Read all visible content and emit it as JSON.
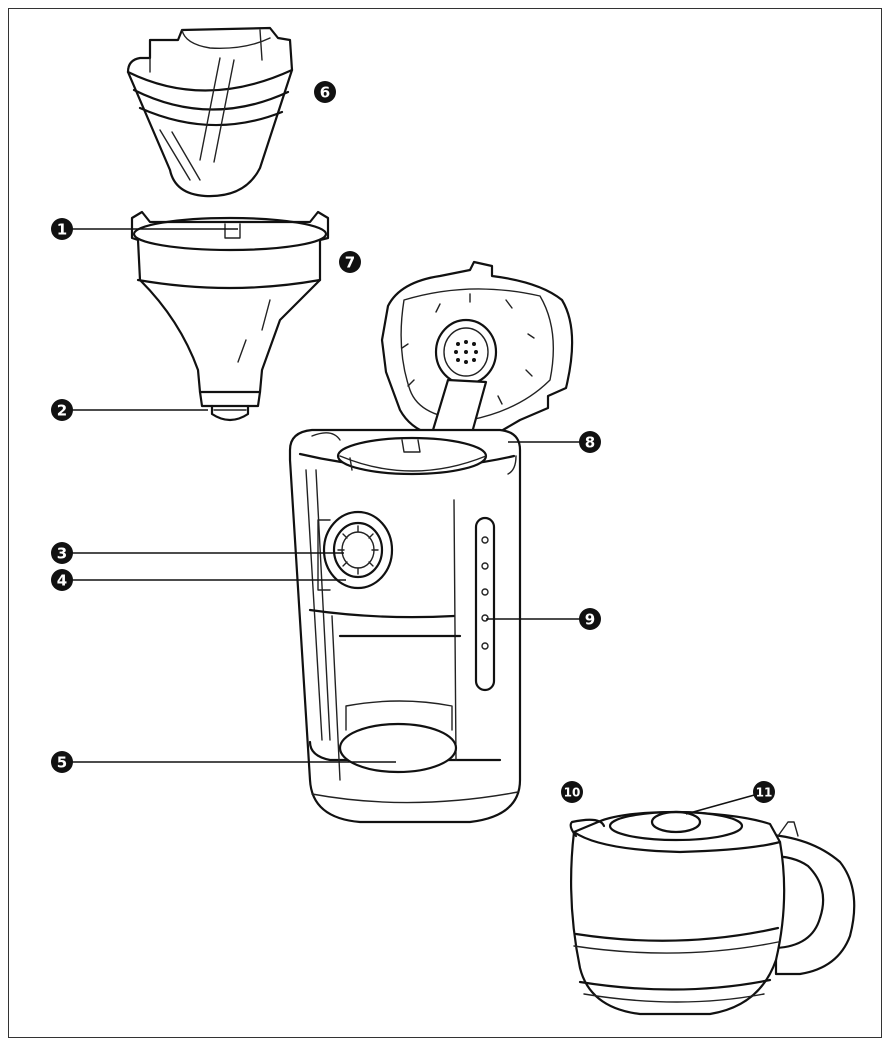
{
  "callouts": {
    "c1": "1",
    "c2": "2",
    "c3": "3",
    "c4": "4",
    "c5": "5",
    "c6": "6",
    "c7": "7",
    "c8": "8",
    "c9": "9",
    "c10": "10",
    "c11": "11"
  },
  "colors": {
    "line": "#111111",
    "background": "#ffffff",
    "badge": "#111111",
    "badge_text": "#ffffff"
  }
}
